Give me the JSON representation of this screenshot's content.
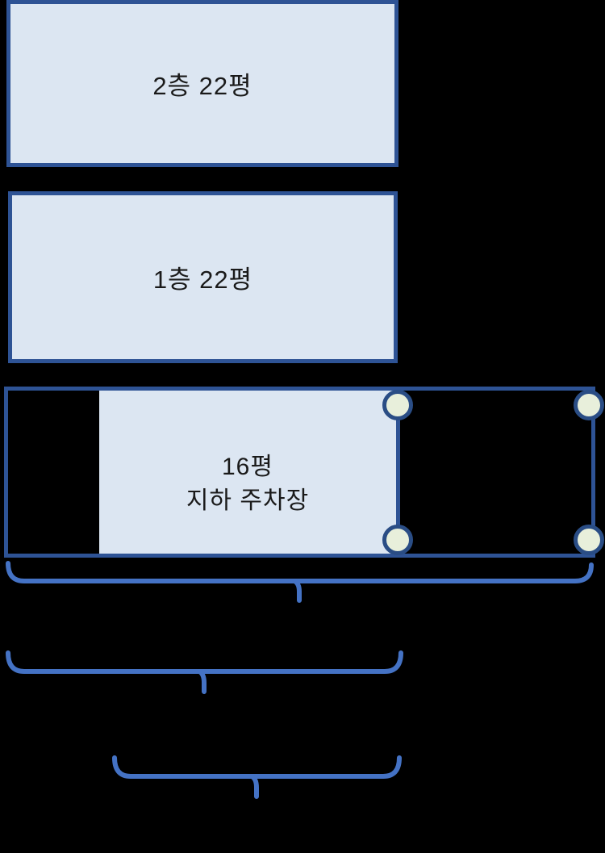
{
  "floors": [
    {
      "label": "2층 22평"
    },
    {
      "label": "1층 22평"
    }
  ],
  "basement": {
    "area_label": "16평",
    "name_label": "지하 주차장"
  },
  "colors": {
    "background": "#000000",
    "box_fill": "#dce6f2",
    "box_border": "#2e5395",
    "circle_fill": "#e8efdb",
    "circle_border": "#2a4d85",
    "brace": "#4472c4",
    "text": "#1a1a1a"
  }
}
